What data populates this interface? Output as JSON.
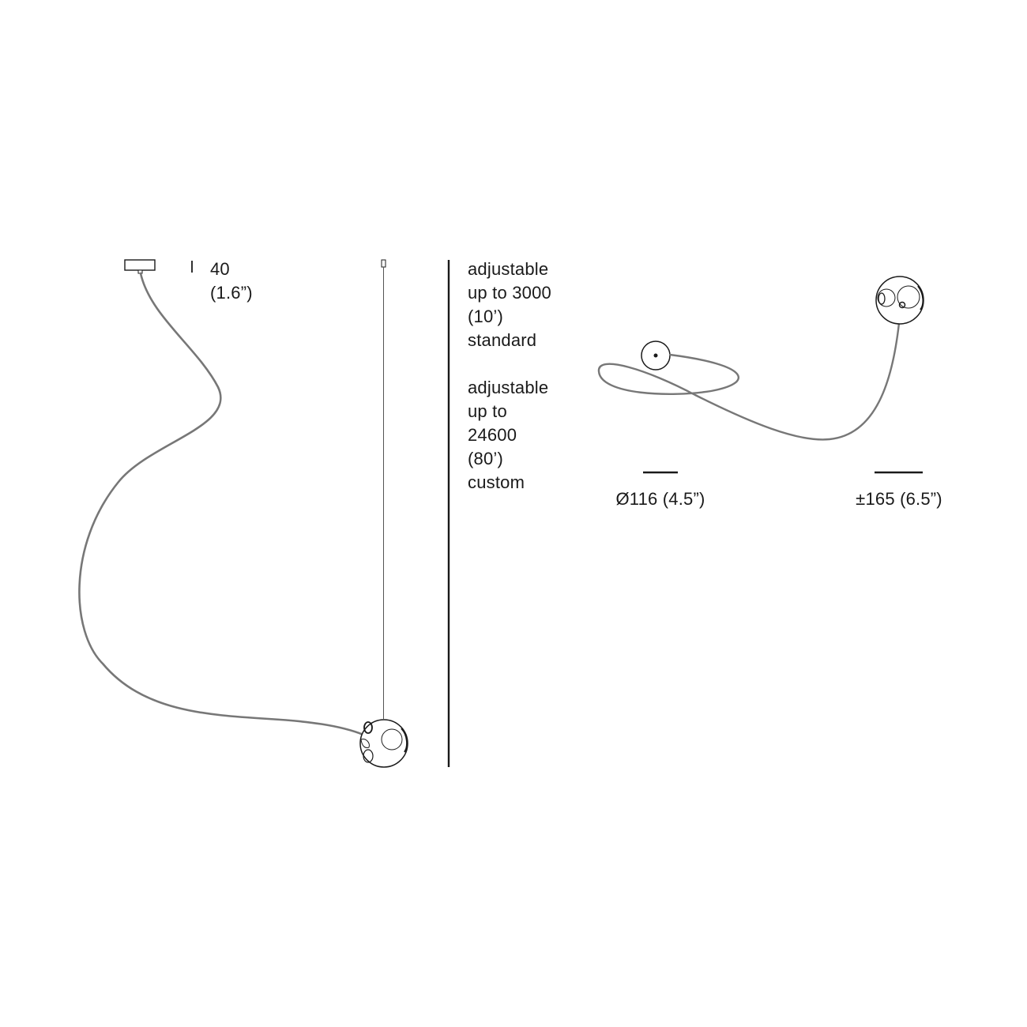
{
  "canopy_height": {
    "value": "40",
    "inch": "(1.6”)"
  },
  "cord_length": {
    "standard": [
      "adjustable",
      "up to 3000",
      "(10’)",
      "standard"
    ],
    "custom": [
      "adjustable",
      "up to",
      "24600",
      "(80’)",
      "custom"
    ]
  },
  "dimensions": {
    "diameter": "Ø116 (4.5”)",
    "length": "±165 (6.5”)"
  },
  "colors": {
    "line": "#1a1a1a",
    "cable": "#777777"
  }
}
